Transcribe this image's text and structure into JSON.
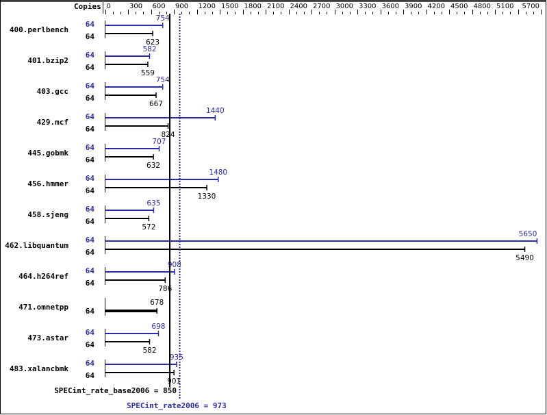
{
  "chart_data": {
    "type": "bar",
    "orientation": "horizontal",
    "axis_label": "Copies",
    "xlim": [
      0,
      5700
    ],
    "major_tick_step": 300,
    "minor_tick_step": 100,
    "tick_labels": [
      "0",
      "300",
      "600",
      "900",
      "1200",
      "1500",
      "1800",
      "2100",
      "2400",
      "2700",
      "3000",
      "3300",
      "3600",
      "3900",
      "4200",
      "4500",
      "4800",
      "5100",
      "5700"
    ],
    "colors": {
      "peak": "#2a2aaa",
      "base": "#000000"
    },
    "benchmarks": [
      {
        "name": "400.perlbench",
        "peak_copies": "64",
        "peak": 754,
        "base_copies": "64",
        "base": 623
      },
      {
        "name": "401.bzip2",
        "peak_copies": "64",
        "peak": 582,
        "base_copies": "64",
        "base": 559
      },
      {
        "name": "403.gcc",
        "peak_copies": "64",
        "peak": 754,
        "base_copies": "64",
        "base": 667
      },
      {
        "name": "429.mcf",
        "peak_copies": "64",
        "peak": 1440,
        "base_copies": "64",
        "base": 824
      },
      {
        "name": "445.gobmk",
        "peak_copies": "64",
        "peak": 707,
        "base_copies": "64",
        "base": 632
      },
      {
        "name": "456.hmmer",
        "peak_copies": "64",
        "peak": 1480,
        "base_copies": "64",
        "base": 1330
      },
      {
        "name": "458.sjeng",
        "peak_copies": "64",
        "peak": 635,
        "base_copies": "64",
        "base": 572
      },
      {
        "name": "462.libquantum",
        "peak_copies": "64",
        "peak": 5650,
        "base_copies": "64",
        "base": 5490
      },
      {
        "name": "464.h264ref",
        "peak_copies": "64",
        "peak": 908,
        "base_copies": "64",
        "base": 786
      },
      {
        "name": "471.omnetpp",
        "peak_copies": null,
        "peak": null,
        "base_copies": "64",
        "base": 678
      },
      {
        "name": "473.astar",
        "peak_copies": "64",
        "peak": 698,
        "base_copies": "64",
        "base": 582
      },
      {
        "name": "483.xalancbmk",
        "peak_copies": "64",
        "peak": 935,
        "base_copies": "64",
        "base": 901
      }
    ],
    "summary": {
      "base_label": "SPECint_rate_base2006 = 850",
      "base_value": 850,
      "peak_label": "SPECint_rate2006 = 973",
      "peak_value": 973
    }
  }
}
